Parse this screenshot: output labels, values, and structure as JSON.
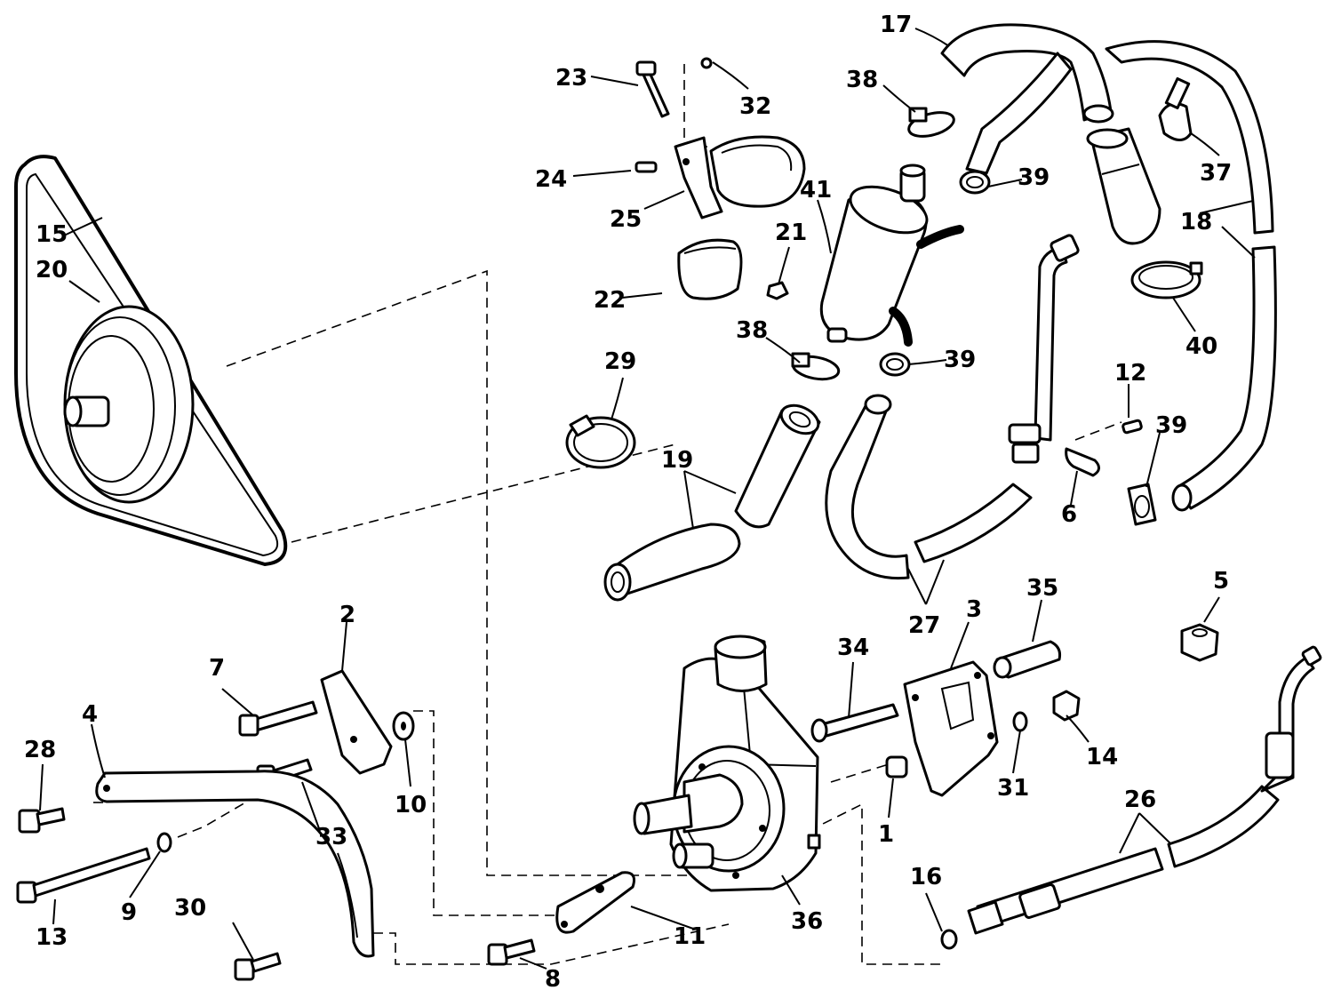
{
  "parts": [
    "1",
    "2",
    "3",
    "4",
    "5",
    "6",
    "7",
    "8",
    "9",
    "10",
    "11",
    "12",
    "13",
    "14",
    "15",
    "16",
    "17",
    "18",
    "19",
    "20",
    "21",
    "22",
    "23",
    "24",
    "25",
    "26",
    "27",
    "28",
    "29",
    "30",
    "31",
    "32",
    "33",
    "34",
    "35",
    "36",
    "37",
    "38",
    "39",
    "40",
    "41"
  ],
  "callouts": [
    {
      "n": "17"
    },
    {
      "n": "38"
    },
    {
      "n": "23"
    },
    {
      "n": "32"
    },
    {
      "n": "37"
    },
    {
      "n": "24"
    },
    {
      "n": "39"
    },
    {
      "n": "41"
    },
    {
      "n": "18"
    },
    {
      "n": "15"
    },
    {
      "n": "25"
    },
    {
      "n": "21"
    },
    {
      "n": "20"
    },
    {
      "n": "22"
    },
    {
      "n": "40"
    },
    {
      "n": "38"
    },
    {
      "n": "39"
    },
    {
      "n": "29"
    },
    {
      "n": "12"
    },
    {
      "n": "39"
    },
    {
      "n": "19"
    },
    {
      "n": "6"
    },
    {
      "n": "2"
    },
    {
      "n": "35"
    },
    {
      "n": "5"
    },
    {
      "n": "3"
    },
    {
      "n": "27"
    },
    {
      "n": "7"
    },
    {
      "n": "34"
    },
    {
      "n": "4"
    },
    {
      "n": "28"
    },
    {
      "n": "10"
    },
    {
      "n": "14"
    },
    {
      "n": "31"
    },
    {
      "n": "33"
    },
    {
      "n": "1"
    },
    {
      "n": "26"
    },
    {
      "n": "9"
    },
    {
      "n": "30"
    },
    {
      "n": "13"
    },
    {
      "n": "16"
    },
    {
      "n": "11"
    },
    {
      "n": "36"
    },
    {
      "n": "8"
    }
  ]
}
